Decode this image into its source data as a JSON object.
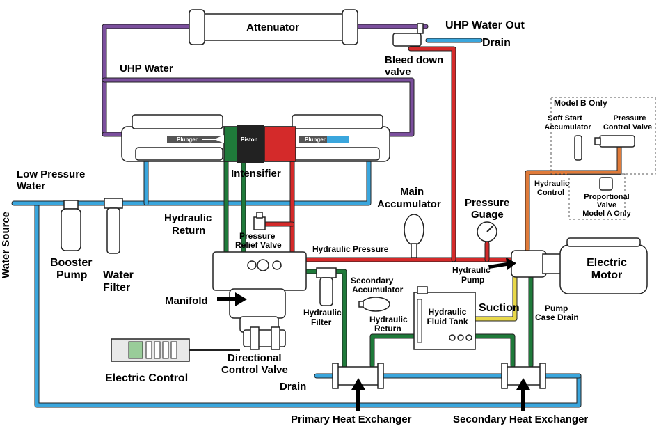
{
  "colors": {
    "water": "#3aa6dd",
    "uhp": "#7b4f9d",
    "hydraulic_pressure": "#d42a2a",
    "hydraulic_return": "#1f7a3a",
    "suction": "#e8d84a",
    "case_drain": "#1f7a3a",
    "pilot": "#e07b3a"
  },
  "labels": {
    "attenuator": "Attenuator",
    "uhp_water_out": "UHP Water Out",
    "drain_top": "Drain",
    "bleed_down_valve": [
      "Bleed down",
      "valve"
    ],
    "uhp_water": "UHP Water",
    "model_b_only": "Model B Only",
    "soft_start_accumulator": [
      "Soft Start",
      "Accumulator"
    ],
    "pressure_control_valve": [
      "Pressure",
      "Control Valve"
    ],
    "hydraulic_control": [
      "Hydraulic",
      "Control"
    ],
    "proportional_valve": [
      "Proportional",
      "Valve",
      "Model A Only"
    ],
    "low_pressure_water": [
      "Low Pressure",
      "Water"
    ],
    "water_source": "Water Source",
    "plunger_left": "Plunger",
    "piston": "Piston",
    "plunger_right": "Plunger",
    "intensifier": "Intensifier",
    "main_accumulator": [
      "Main",
      "Accumulator"
    ],
    "pressure_gauge": [
      "Pressure",
      "Guage"
    ],
    "hydraulic_return": [
      "Hydraulic",
      "Return"
    ],
    "pressure_relief_valve": [
      "Pressure",
      "Relief Valve"
    ],
    "hydraulic_pressure": "Hydraulic Pressure",
    "electric_motor": [
      "Electric",
      "Motor"
    ],
    "hydraulic_pump": [
      "Hydraulic",
      "Pump"
    ],
    "booster_pump": [
      "Booster",
      "Pump"
    ],
    "water_filter": [
      "Water",
      "Filter"
    ],
    "secondary_accumulator": [
      "Secondary",
      "Accumulator"
    ],
    "manifold": "Manifold",
    "hydraulic_filter": [
      "Hydraulic",
      "Filter"
    ],
    "hydraulic_fluid_tank": [
      "Hydraulic",
      "Fluid Tank"
    ],
    "suction": "Suction",
    "pump_case_drain": [
      "Pump",
      "Case Drain"
    ],
    "hydraulic_return_lower": [
      "Hydraulic",
      "Return"
    ],
    "directional_control_valve": [
      "Directional",
      "Control Valve"
    ],
    "electric_control": "Electric Control",
    "drain_bottom": "Drain",
    "primary_heat_exchanger": "Primary Heat Exchanger",
    "secondary_heat_exchanger": "Secondary Heat Exchanger"
  }
}
